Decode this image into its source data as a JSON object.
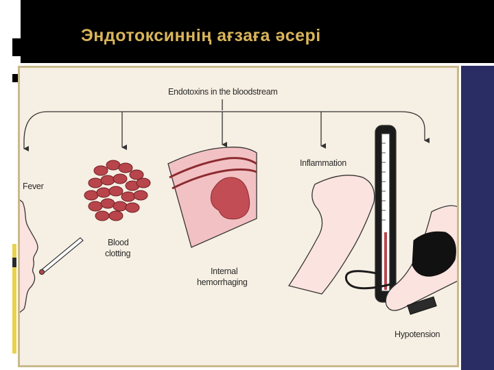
{
  "slide": {
    "title": "Эндотоксиннің ағзаға әсері"
  },
  "diagram": {
    "source_label": "Endotoxins in the bloodstream",
    "effects": [
      {
        "name": "fever",
        "label": "Fever"
      },
      {
        "name": "blood-clotting",
        "label_line1": "Blood",
        "label_line2": "clotting"
      },
      {
        "name": "internal-hemorrhaging",
        "label_line1": "Internal",
        "label_line2": "hemorrhaging"
      },
      {
        "name": "inflammation",
        "label": "Inflammation"
      },
      {
        "name": "hypotension",
        "label": "Hypotension"
      }
    ]
  },
  "colors": {
    "title": "#d9b45a",
    "frame_border": "#c9b98b",
    "panel_bg": "#f6efe3",
    "accent_strip": "#2a2d63",
    "clot_cells": "#b8454b",
    "tissue": "#e9a0a4",
    "skin": "#fbe3df"
  }
}
